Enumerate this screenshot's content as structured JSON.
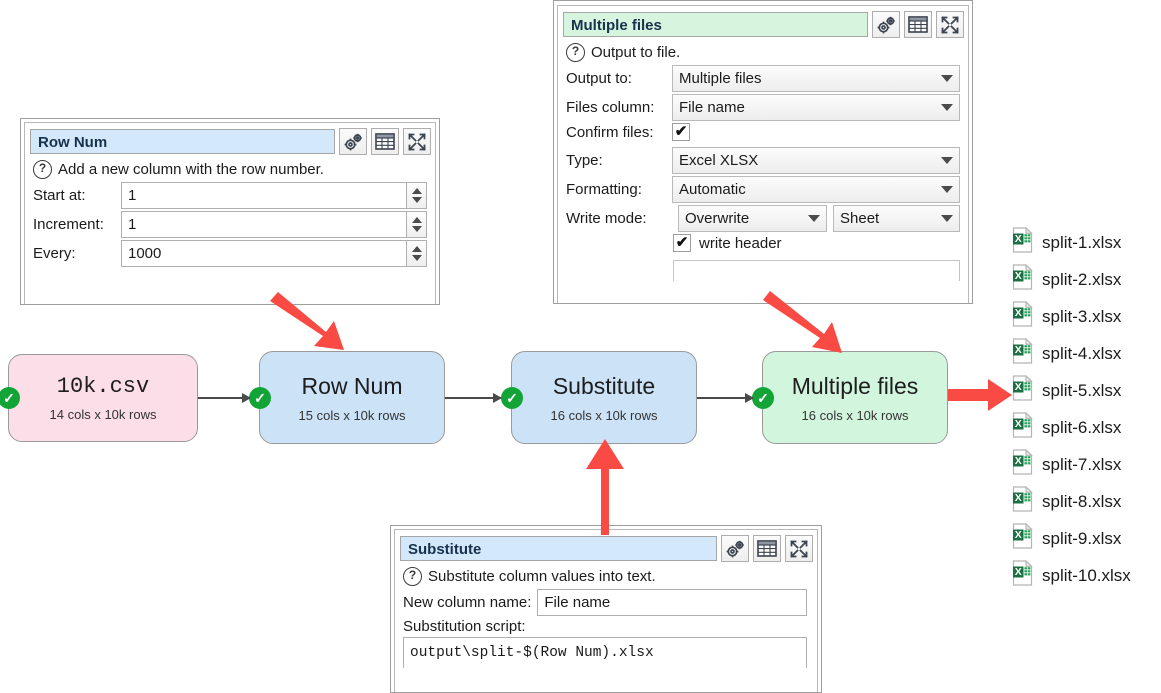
{
  "panels": {
    "row_num": {
      "title": "Row Num",
      "description": "Add a new column with the row number.",
      "help_icon": "question-mark-icon",
      "buttons": [
        "gears-icon",
        "table-icon",
        "expand-icon"
      ],
      "fields": [
        {
          "label": "Start at:",
          "value": "1"
        },
        {
          "label": "Increment:",
          "value": "1"
        },
        {
          "label": "Every:",
          "value": "1000"
        }
      ]
    },
    "multiple_files": {
      "title": "Multiple files",
      "description": "Output to file.",
      "help_icon": "question-mark-icon",
      "buttons": [
        "gears-icon",
        "table-icon",
        "expand-icon"
      ],
      "output_to": {
        "label": "Output to:",
        "value": "Multiple files"
      },
      "files_column": {
        "label": "Files column:",
        "value": "File name"
      },
      "confirm_files": {
        "label": "Confirm files:",
        "checked": "✔"
      },
      "type": {
        "label": "Type:",
        "value": "Excel XLSX"
      },
      "formatting": {
        "label": "Formatting:",
        "value": "Automatic"
      },
      "write_mode": {
        "label": "Write mode:",
        "value": "Overwrite",
        "value2": "Sheet"
      },
      "write_header": {
        "label": "write header",
        "checked": "✔"
      }
    },
    "substitute": {
      "title": "Substitute",
      "description": "Substitute column values into text.",
      "help_icon": "question-mark-icon",
      "buttons": [
        "gears-icon",
        "table-icon",
        "expand-icon"
      ],
      "new_column_name": {
        "label": "New column name:",
        "value": "File name"
      },
      "substitution_script": {
        "label": "Substitution script:",
        "value": "output\\split-$(Row Num).xlsx"
      }
    }
  },
  "flow": {
    "nodes": [
      {
        "title": "10k.csv",
        "sub": "14 cols x 10k rows",
        "color": "pink",
        "status": "✓"
      },
      {
        "title": "Row Num",
        "sub": "15 cols x 10k rows",
        "color": "blue",
        "status": "✓"
      },
      {
        "title": "Substitute",
        "sub": "16 cols x 10k rows",
        "color": "blue",
        "status": "✓"
      },
      {
        "title": "Multiple files",
        "sub": "16 cols x 10k rows",
        "color": "green",
        "status": "✓"
      }
    ]
  },
  "output_files": [
    {
      "name": "split-1.xlsx",
      "icon": "excel-file-icon"
    },
    {
      "name": "split-2.xlsx",
      "icon": "excel-file-icon"
    },
    {
      "name": "split-3.xlsx",
      "icon": "excel-file-icon"
    },
    {
      "name": "split-4.xlsx",
      "icon": "excel-file-icon"
    },
    {
      "name": "split-5.xlsx",
      "icon": "excel-file-icon"
    },
    {
      "name": "split-6.xlsx",
      "icon": "excel-file-icon"
    },
    {
      "name": "split-7.xlsx",
      "icon": "excel-file-icon"
    },
    {
      "name": "split-8.xlsx",
      "icon": "excel-file-icon"
    },
    {
      "name": "split-9.xlsx",
      "icon": "excel-file-icon"
    },
    {
      "name": "split-10.xlsx",
      "icon": "excel-file-icon"
    }
  ],
  "colors": {
    "annotation_arrow": "#f94a43",
    "node_pink": "#fbdee8",
    "node_blue": "#cce2f7",
    "node_green": "#d2f5de",
    "status_ok": "#13a438",
    "excel_green": "#1d7044"
  }
}
